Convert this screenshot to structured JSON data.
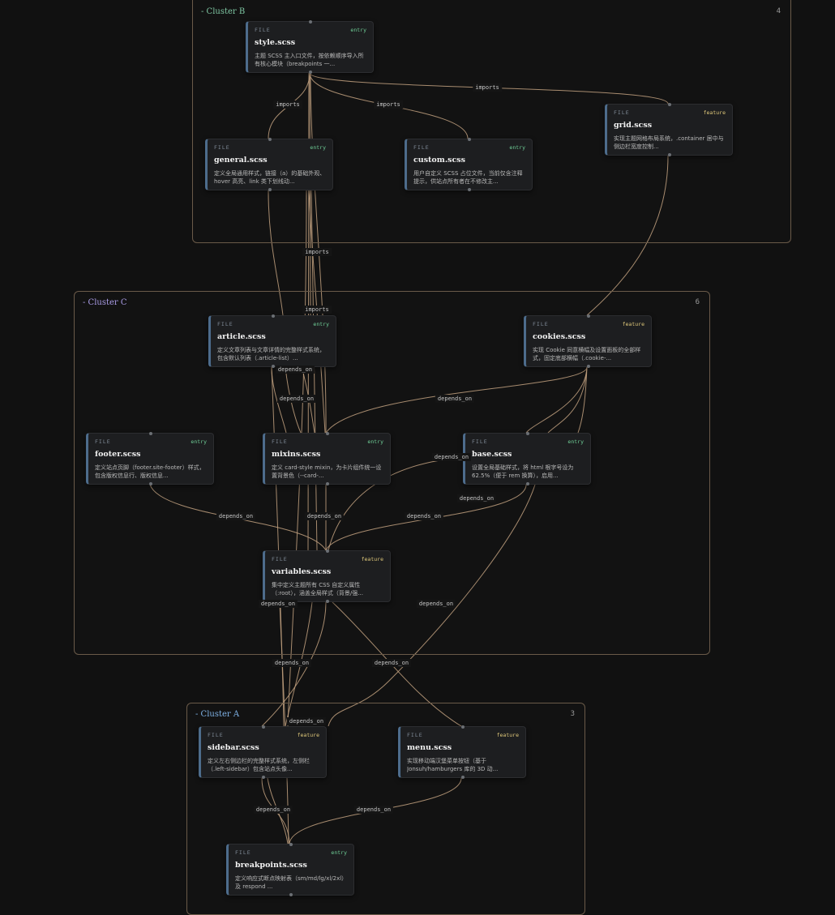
{
  "colors": {
    "edge": "#c2a17f",
    "cluster_b": "#7fc7a3",
    "cluster_c": "#a99be6",
    "cluster_a": "#7fb2e6",
    "badge_entry": "#6fcf97",
    "badge_feature": "#e0c97a"
  },
  "clusters": [
    {
      "id": "B",
      "label": "- Cluster B",
      "count": "4"
    },
    {
      "id": "C",
      "label": "- Cluster C",
      "count": "6"
    },
    {
      "id": "A",
      "label": "- Cluster A",
      "count": "3"
    }
  ],
  "nodes": {
    "style": {
      "kind": "FILE",
      "badge": "entry",
      "name": "style.scss",
      "desc": "主题 SCSS 主入口文件，按依赖顺序导入所有核心模块（breakpoints 一..."
    },
    "general": {
      "kind": "FILE",
      "badge": "entry",
      "name": "general.scss",
      "desc": "定义全局通用样式，链接（a）的基础外观、hover 高亮、link 类下划线动..."
    },
    "custom": {
      "kind": "FILE",
      "badge": "entry",
      "name": "custom.scss",
      "desc": "用户自定义 SCSS 占位文件，当前仅含注释提示，供站点所有者在不修改主..."
    },
    "grid": {
      "kind": "FILE",
      "badge": "feature",
      "name": "grid.scss",
      "desc": "实现主题网格布局系统，.container 居中与侧边栏宽度控制..."
    },
    "article": {
      "kind": "FILE",
      "badge": "entry",
      "name": "article.scss",
      "desc": "定义文章列表与文章详情的完整样式系统，包含默认列表（.article-list）..."
    },
    "cookies": {
      "kind": "FILE",
      "badge": "feature",
      "name": "cookies.scss",
      "desc": "实现 Cookie 同意横幅及设置面板的全部样式，固定底部横幅（.cookie-..."
    },
    "footer": {
      "kind": "FILE",
      "badge": "entry",
      "name": "footer.scss",
      "desc": "定义站点页脚（footer.site-footer）样式，包含版权信息行、版权信息..."
    },
    "mixins": {
      "kind": "FILE",
      "badge": "entry",
      "name": "mixins.scss",
      "desc": "定义 card-style mixin，为卡片组件统一设置背景色（--card-..."
    },
    "base": {
      "kind": "FILE",
      "badge": "entry",
      "name": "base.scss",
      "desc": "设置全局基础样式，将 html 根字号设为 62.5%（便于 rem 换算），启用..."
    },
    "variables": {
      "kind": "FILE",
      "badge": "feature",
      "name": "variables.scss",
      "desc": "集中定义主题所有 CSS 自定义属性（:root），涵盖全局样式（背景/强..."
    },
    "sidebar": {
      "kind": "FILE",
      "badge": "feature",
      "name": "sidebar.scss",
      "desc": "定义左右侧边栏的完整样式系统，左侧栏（.left-sidebar）包含站点头像..."
    },
    "menu": {
      "kind": "FILE",
      "badge": "feature",
      "name": "menu.scss",
      "desc": "实现移动端汉堡菜单按钮（基于 Jonsuh/hamburgers 库的 3D 动..."
    },
    "breakpoints": {
      "kind": "FILE",
      "badge": "entry",
      "name": "breakpoints.scss",
      "desc": "定义响应式断点映射表（sm/md/lg/xl/2xl）及 respond ..."
    }
  },
  "edge_labels": {
    "imports": "imports",
    "depends_on": "depends_on"
  }
}
